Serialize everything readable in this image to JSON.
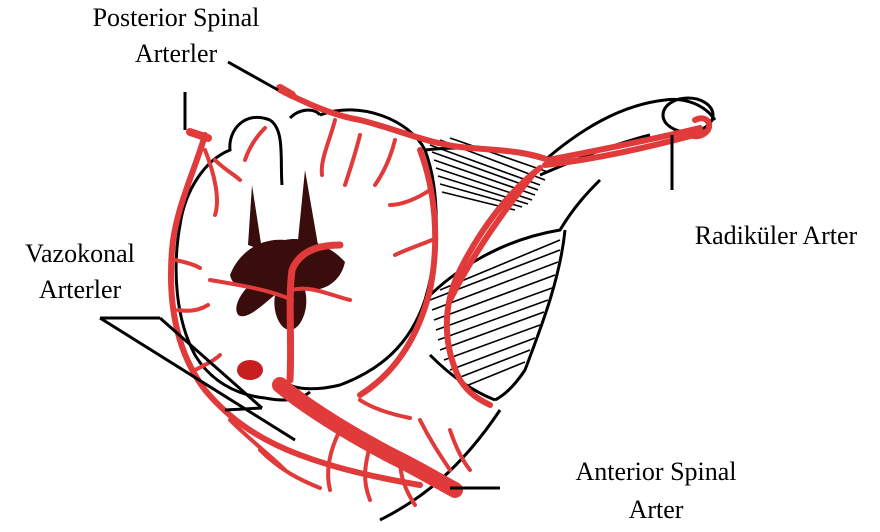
{
  "labels": {
    "posterior_line1": "Posterior Spinal",
    "posterior_line2": "Arterler",
    "radikuler": "Radiküler Arter",
    "vazokonal_line1": "Vazokonal",
    "vazokonal_line2": "Arterler",
    "anterior_line1": "Anterior Spinal",
    "anterior_line2": "Arter"
  },
  "colors": {
    "artery": "#e03a3a",
    "outline": "#000000",
    "gray_matter": "#3a0d0d",
    "background": "#ffffff"
  }
}
